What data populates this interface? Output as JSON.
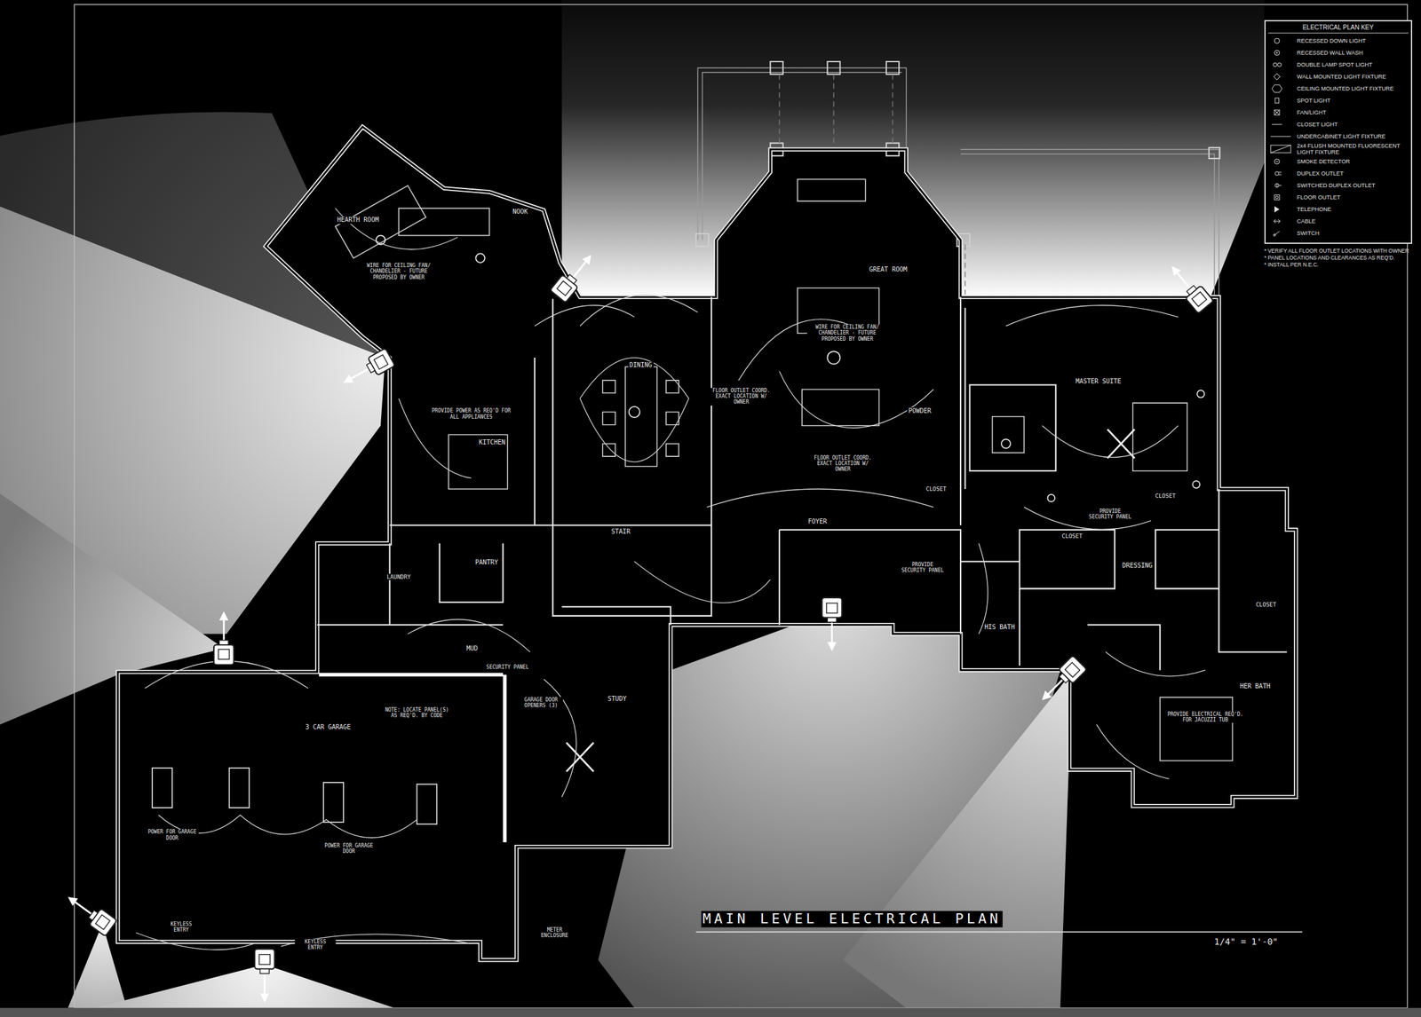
{
  "diagram": {
    "title": "MAIN LEVEL ELECTRICAL PLAN",
    "labels": [
      "ELECTRICAL PLAN KEY",
      "* VERIFY ALL FLOOR OUTLET LOCATIONS WITH OWNER",
      "* PANEL LOCATIONS AND CLEARANCES AS REQ'D.",
      "* INSTALL PER N.E.C.",
      "HEARTH ROOM",
      "NOOK",
      "GREAT ROOM",
      "DINING",
      "KITCHEN",
      "MASTER SUITE",
      "POWDER",
      "CLOSET",
      "STAIR",
      "PANTRY",
      "LAUNDRY",
      "MUD",
      "FOYER",
      "STUDY",
      "3 CAR GARAGE",
      "CLOSET",
      "CLOSET",
      "DRESSING",
      "CLOSET",
      "HIS BATH",
      "HER BATH",
      "PROVIDE POWER AS REQ'D FOR ALL APPLIANCES",
      "PROVIDE SECURITY PANEL",
      "PROVIDE SECURITY PANEL",
      "PROVIDE ELECTRICAL REQ'D. FOR JACUZZI TUB",
      "NOTE: LOCATE PANEL(S) AS REQ'D. BY CODE",
      "GARAGE DOOR OPENERS (3)",
      "SECURITY PANEL",
      "POWER FOR GARAGE DOOR",
      "POWER FOR GARAGE DOOR",
      "KEYLESS ENTRY",
      "KEYLESS ENTRY",
      "METER ENCLOSURE",
      "1/4\" = 1'-0\"",
      "FLOOR OUTLET COORD. EXACT LOCATION W/ OWNER",
      "FLOOR OUTLET COORD. EXACT LOCATION W/ OWNER",
      "WIRE FOR CEILING FAN/ CHANDELIER - FUTURE PROPOSED BY OWNER",
      "WIRE FOR CEILING FAN/ CHANDELIER - FUTURE PROPOSED BY OWNER"
    ],
    "legend": [
      {
        "text": "RECESSED DOWN LIGHT"
      },
      {
        "text": "RECESSED WALL WASH"
      },
      {
        "text": "DOUBLE LAMP SPOT LIGHT"
      },
      {
        "text": "WALL MOUNTED LIGHT FIXTURE"
      },
      {
        "text": "CEILING MOUNTED LIGHT FIXTURE"
      },
      {
        "text": "SPOT LIGHT"
      },
      {
        "text": "FAN/LIGHT"
      },
      {
        "text": "CLOSET LIGHT"
      },
      {
        "text": "UNDERCABINET LIGHT FIXTURE"
      },
      {
        "text": "2x4 FLUSH MOUNTED FLUORESCENT LIGHT FIXTURE"
      },
      {
        "text": "SMOKE DETECTOR"
      },
      {
        "text": "DUPLEX OUTLET"
      },
      {
        "text": "SWITCHED DUPLEX OUTLET"
      },
      {
        "text": "FLOOR OUTLET"
      },
      {
        "text": "TELEPHONE"
      },
      {
        "text": "CABLE"
      },
      {
        "text": "SWITCH"
      }
    ]
  }
}
